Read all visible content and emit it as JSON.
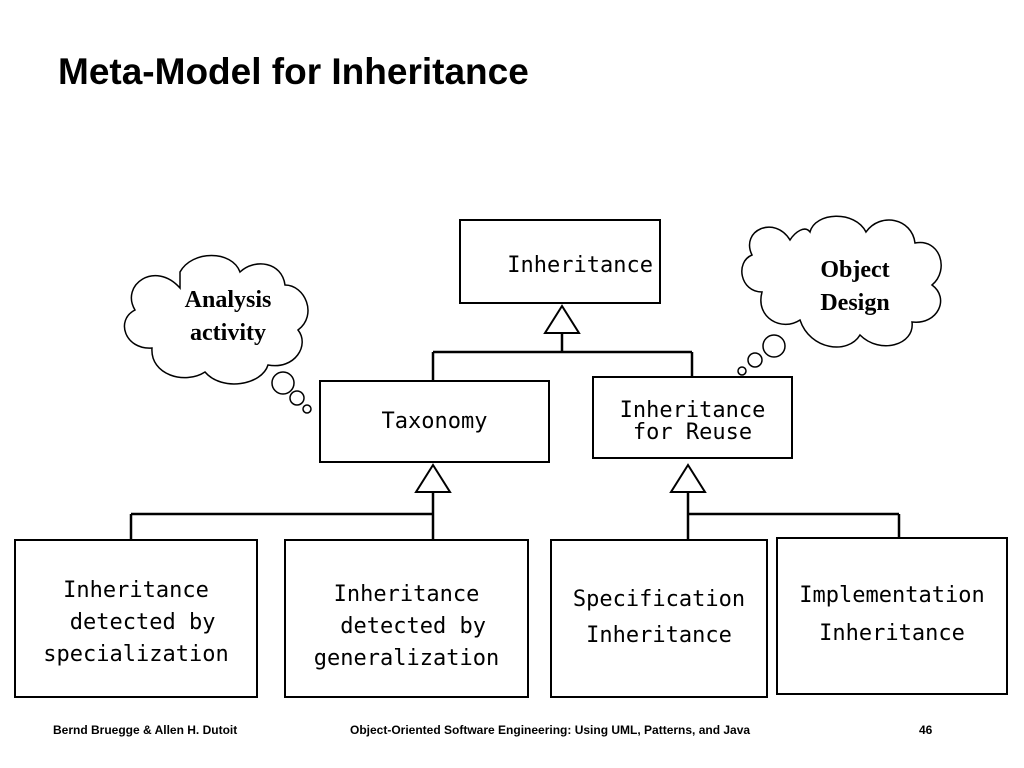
{
  "title": "Meta-Model for Inheritance",
  "boxes": {
    "inheritance": "Inheritance",
    "taxonomy": "Taxonomy",
    "inheritance_for_reuse": "Inheritance\nfor Reuse",
    "detected_by_specialization": "Inheritance\n detected by\nspecialization",
    "detected_by_generalization": "Inheritance\n detected by\ngeneralization",
    "specification_inheritance": "Specification\nInheritance",
    "implementation_inheritance": "Implementation\nInheritance"
  },
  "clouds": {
    "analysis": "Analysis\nactivity",
    "object_design": "Object\nDesign"
  },
  "footer": {
    "authors": "Bernd Bruegge & Allen H. Dutoit",
    "book": "Object-Oriented Software Engineering: Using UML, Patterns, and Java",
    "page": "46"
  }
}
